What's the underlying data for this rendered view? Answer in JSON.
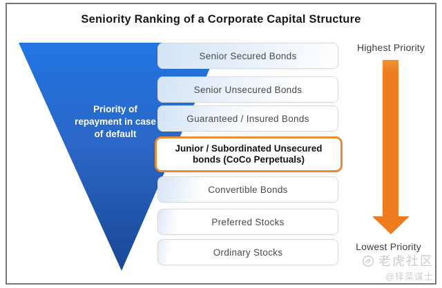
{
  "title": "Seniority Ranking of a Corporate Capital Structure",
  "funnel": {
    "label": "Priority of repayment in case of default",
    "gradient_top_color": "#1e7bec",
    "gradient_bottom_color": "#1a4693"
  },
  "bars": [
    {
      "label": "Senior Secured Bonds",
      "highlighted": false
    },
    {
      "label": "Senior Unsecured Bonds",
      "highlighted": false
    },
    {
      "label": "Guaranteed / Insured Bonds",
      "highlighted": false
    },
    {
      "label": "Junior / Subordinated Unsecured bonds (CoCo Perpetuals)",
      "highlighted": true
    },
    {
      "label": "Convertible Bonds",
      "highlighted": false
    },
    {
      "label": "Preferred Stocks",
      "highlighted": false
    },
    {
      "label": "Ordinary Stocks",
      "highlighted": false
    }
  ],
  "highlight": {
    "border_color": "#ea8c33"
  },
  "priority": {
    "highest_label": "Highest Priority",
    "lowest_label": "Lowest Priority",
    "arrow_color": "#ee7c1f",
    "direction": "down"
  },
  "watermark": {
    "community_name": "老虎社区",
    "username": "@择菜谋士",
    "icon": "tiger-logo-icon",
    "color": "#c8cbd0"
  },
  "frame_border_color": "#777777"
}
